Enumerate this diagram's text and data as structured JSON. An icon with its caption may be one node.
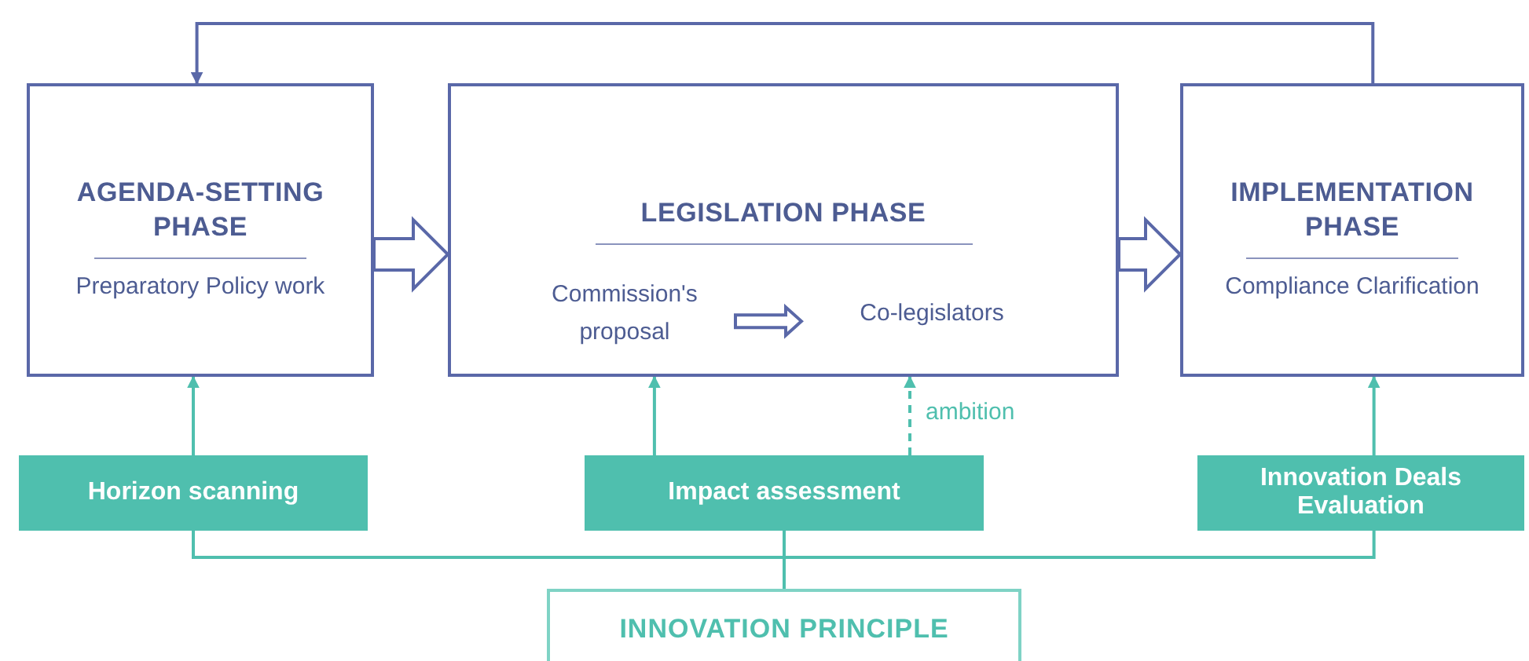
{
  "diagram": {
    "nodes": [
      {
        "text": [
          "AGENDA-SETTING PHASE",
          "Preparatory Policy work"
        ]
      },
      {
        "text": [
          "LEGISLATION PHASE"
        ]
      },
      {
        "text": [
          "Commission's proposal"
        ],
        "in": 1
      },
      {
        "text": [
          "Co-legislators"
        ],
        "in": 1
      },
      {
        "text": [
          "IMPLEMENTATION PHASE",
          "Compliance Clarification"
        ]
      },
      {
        "text": [
          "Horizon scanning"
        ]
      },
      {
        "text": [
          "Impact assessment"
        ]
      },
      {
        "text": [
          "Innovation Deals Evaluation"
        ]
      },
      {
        "text": [
          "INNOVATION PRINCIPLE"
        ]
      }
    ],
    "edges": [
      {
        "from": 0,
        "to": 1,
        "arrow": "to",
        "style": "thick",
        "color": "#5a68a8"
      },
      {
        "from": 1,
        "to": 4,
        "arrow": "to",
        "style": "thick",
        "color": "#5a68a8"
      },
      {
        "from": 2,
        "to": 3,
        "arrow": "to",
        "style": "thick",
        "color": "#5a68a8"
      },
      {
        "from": 4,
        "to": 0,
        "arrow": "to",
        "color": "#5a68a8"
      },
      {
        "from": 5,
        "to": 0,
        "arrow": "to"
      },
      {
        "from": 6,
        "to": 1,
        "arrow": "to"
      },
      {
        "from": 6,
        "to": 1,
        "arrow": "to",
        "style": "dashed",
        "label": "ambition"
      },
      {
        "from": 7,
        "to": 4,
        "arrow": "to"
      },
      {
        "from": 8,
        "to": 5,
        "arrow": "none"
      },
      {
        "from": 8,
        "to": 6,
        "arrow": "none"
      },
      {
        "from": 8,
        "to": 7,
        "arrow": "none"
      }
    ]
  }
}
